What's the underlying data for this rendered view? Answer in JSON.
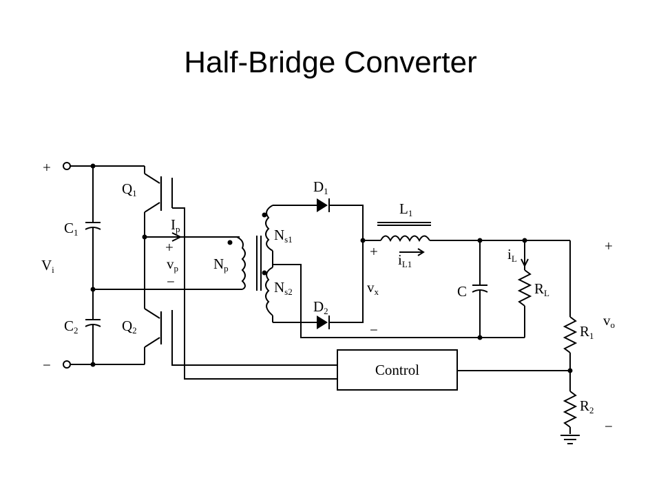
{
  "slide": {
    "title": "Half-Bridge Converter"
  },
  "circuit": {
    "terminals": {
      "input_plus": "+",
      "input_minus": "−",
      "output_plus": "+",
      "output_minus": "−"
    },
    "input_voltage": {
      "main": "V",
      "sub": "i"
    },
    "c1": {
      "main": "C",
      "sub": "1"
    },
    "c2": {
      "main": "C",
      "sub": "2"
    },
    "q1": {
      "main": "Q",
      "sub": "1"
    },
    "q2": {
      "main": "Q",
      "sub": "2"
    },
    "ip": {
      "main": "I",
      "sub": "p"
    },
    "vp": {
      "main": "v",
      "sub": "p",
      "plus": "+",
      "minus": "−"
    },
    "np": {
      "main": "N",
      "sub": "p"
    },
    "ns1": {
      "main": "N",
      "sub": "s1"
    },
    "ns2": {
      "main": "N",
      "sub": "s2"
    },
    "d1": {
      "main": "D",
      "sub": "1"
    },
    "d2": {
      "main": "D",
      "sub": "2"
    },
    "vx": {
      "main": "v",
      "sub": "x",
      "plus": "+",
      "minus": "−"
    },
    "l1": {
      "main": "L",
      "sub": "1"
    },
    "il1": {
      "main": "i",
      "sub": "L1"
    },
    "c": {
      "main": "C"
    },
    "il": {
      "main": "i",
      "sub": "L"
    },
    "rl": {
      "main": "R",
      "sub": "L"
    },
    "r1": {
      "main": "R",
      "sub": "1"
    },
    "r2": {
      "main": "R",
      "sub": "2"
    },
    "vo": {
      "main": "v",
      "sub": "o"
    },
    "control": {
      "label": "Control"
    }
  }
}
